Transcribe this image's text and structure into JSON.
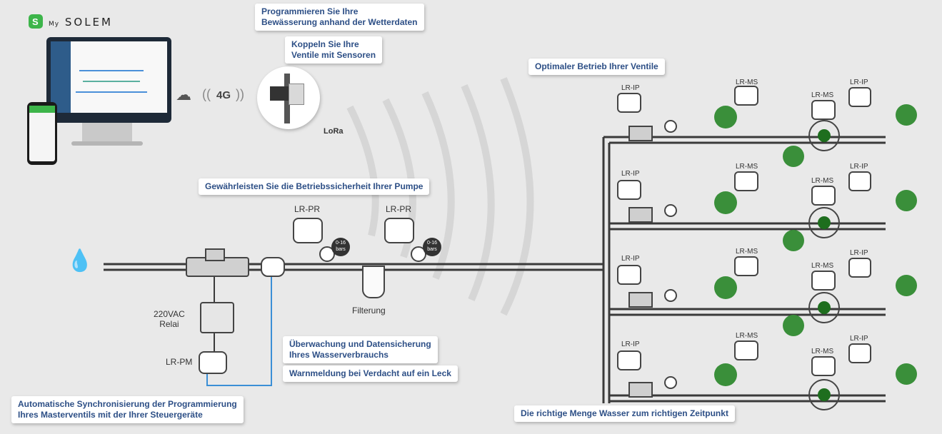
{
  "brand": {
    "name_prefix": "My",
    "name": "SOLEM"
  },
  "top": {
    "cloud_icon": "cloud-icon",
    "network_label": "4G",
    "lora_label": "LoRa"
  },
  "callouts": {
    "weather": "Programmieren Sie Ihre\nBewässerung anhand der Wetterdaten",
    "sensors": "Koppeln Sie Ihre\nVentile mit Sensoren",
    "valves": "Optimaler Betrieb Ihrer Ventile",
    "pump": "Gewährleisten Sie die Betriebssicherheit Ihrer Pumpe",
    "monitor": "Überwachung und Datensicherung\nIhres Wasserverbrauchs",
    "leak": "Warnmeldung bei Verdacht auf ein Leck",
    "sync": "Automatische Synchronisierung der Programmierung\nIhres Masterventils mit der Ihrer Steuergeräte",
    "amount": "Die richtige Menge Wasser zum richtigen Zeitpunkt"
  },
  "devices": {
    "lr_pr": "LR-PR",
    "lr_pm": "LR-PM",
    "lr_ip": "LR-IP",
    "lr_ms": "LR-MS",
    "relay": "220VAC\nRelai",
    "filter": "Filterung",
    "pressure": "0-16\nbars"
  }
}
